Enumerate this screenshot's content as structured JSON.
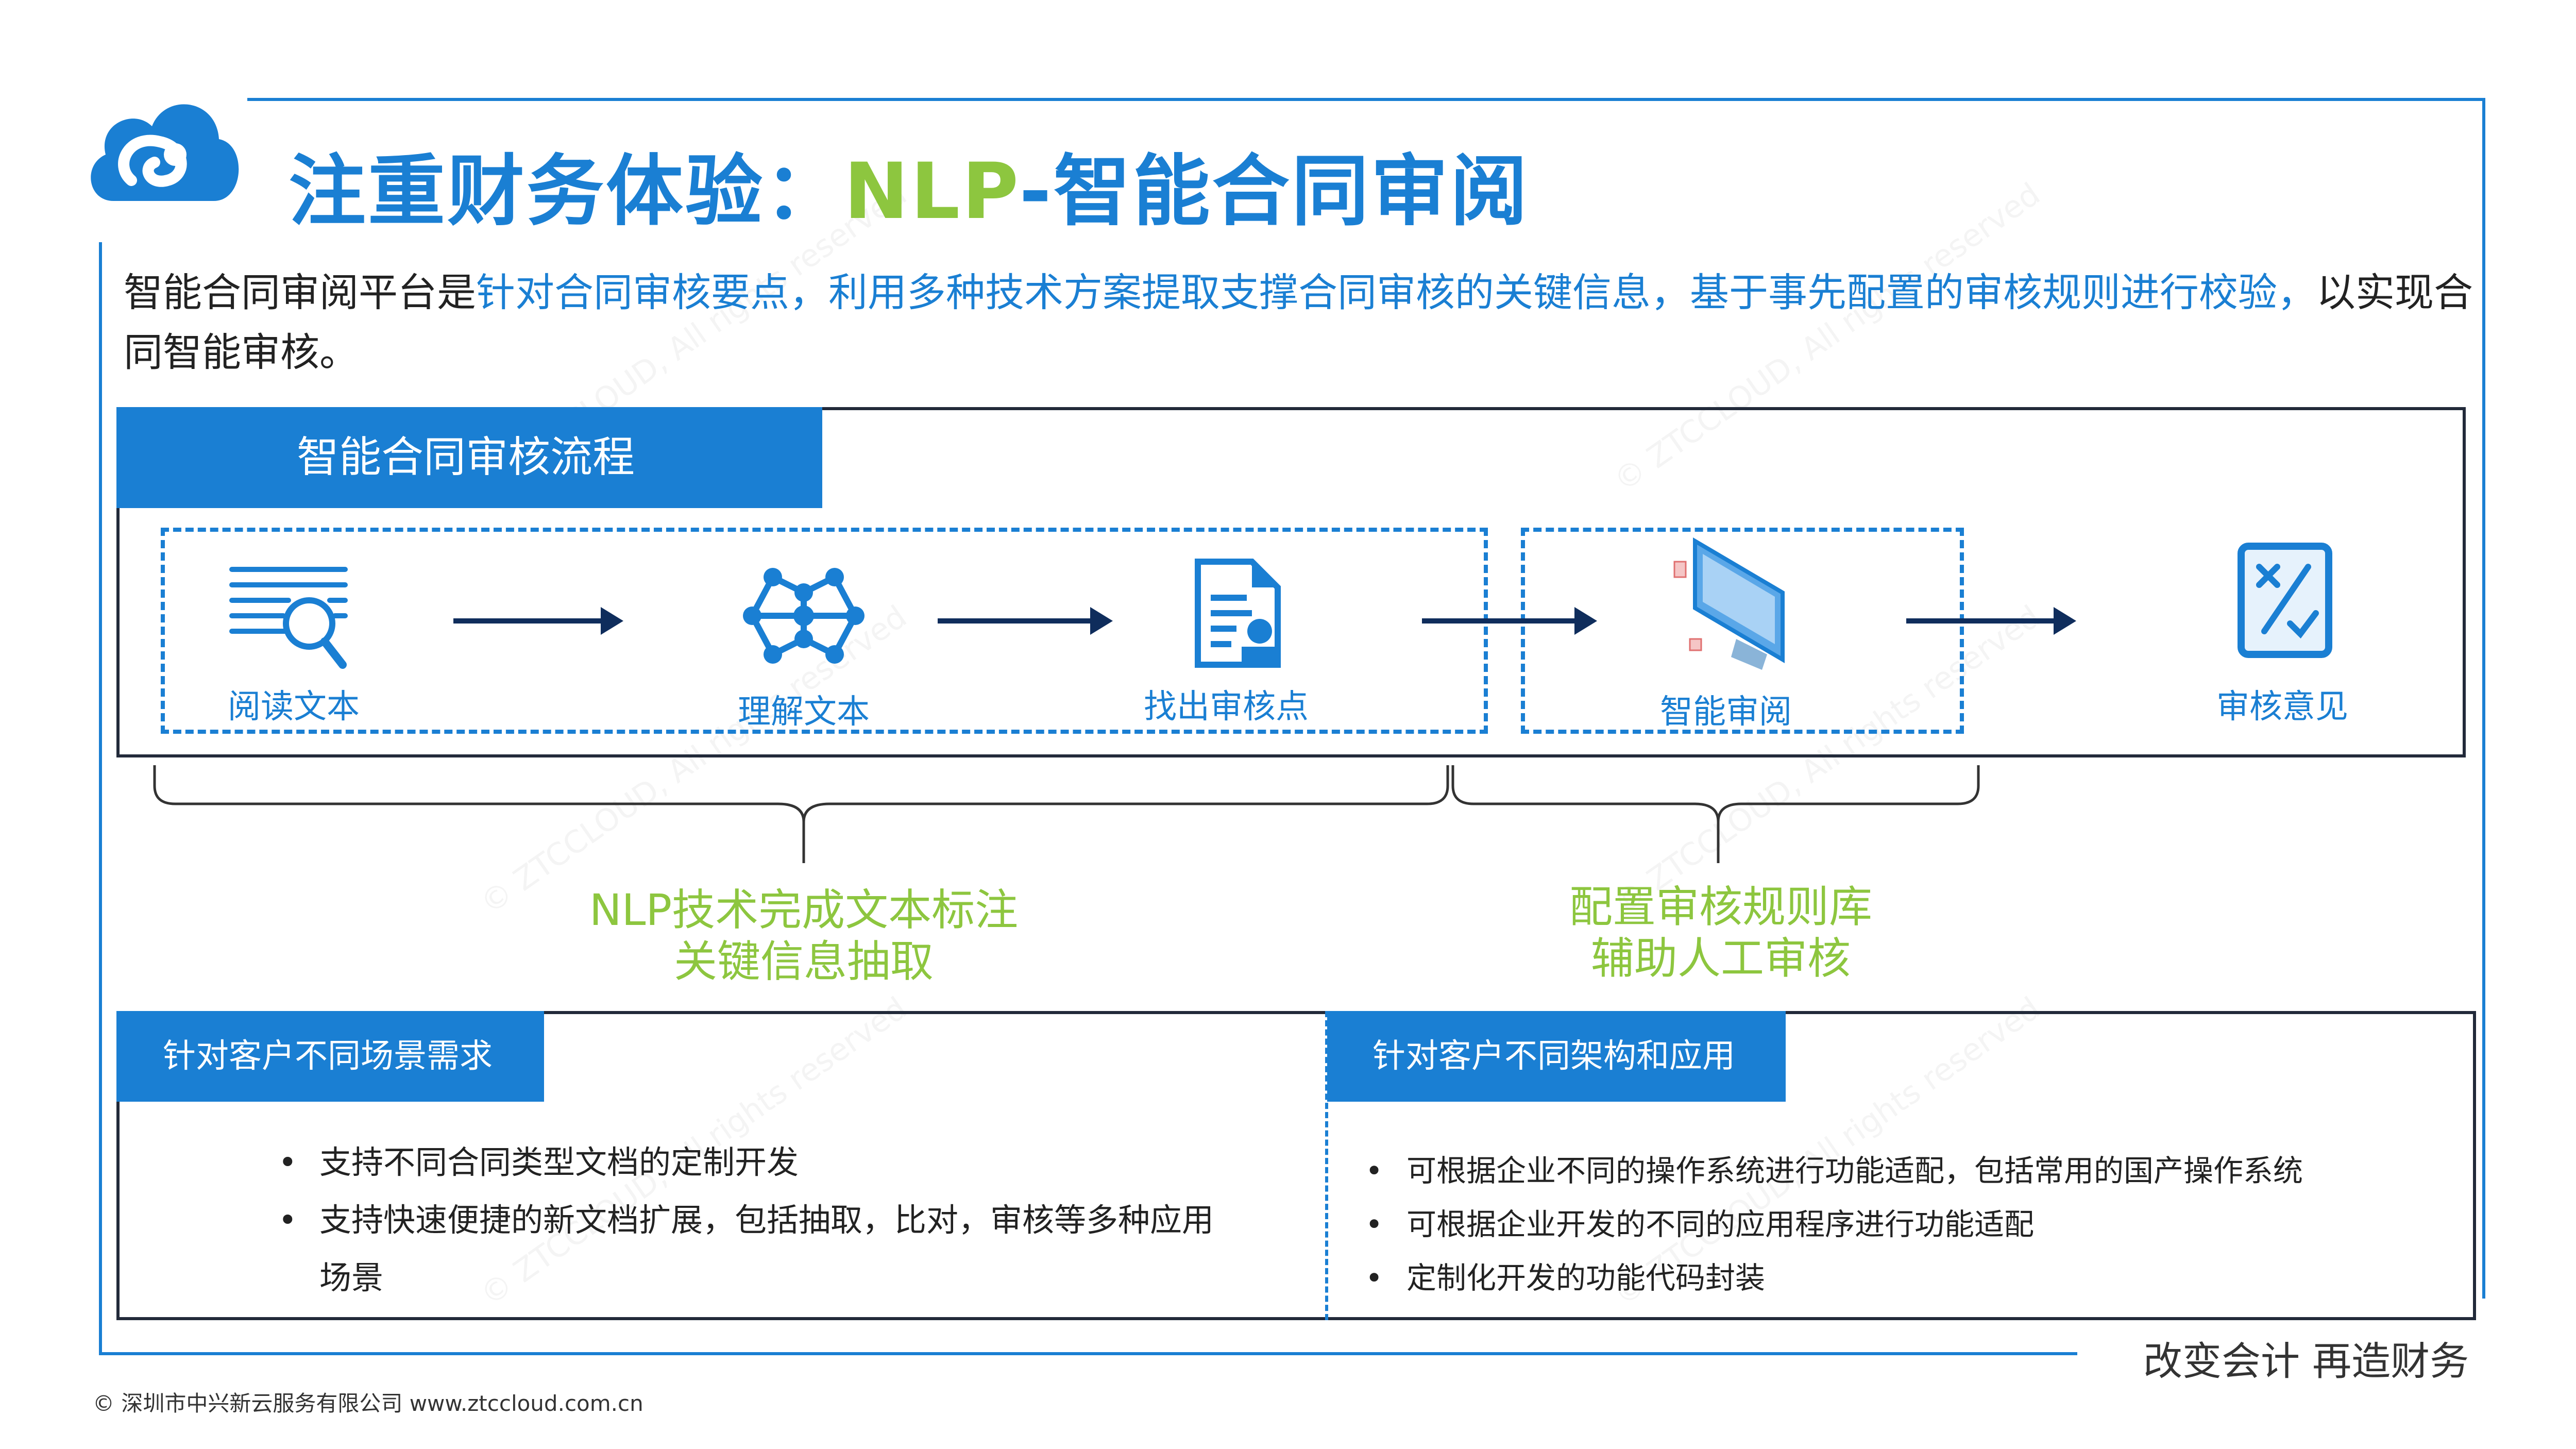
{
  "title": {
    "main": "注重财务体验：",
    "accent": "NLP",
    "rest": "-智能合同审阅"
  },
  "intro": {
    "plain1": "智能合同审阅平台是",
    "highlight": "针对合同审核要点，利用多种技术方案提取支撑合同审核的关键信息，基于事先配置的审核规则进行校验，",
    "plain2": "以实现合同智能审核。"
  },
  "flow": {
    "header": "智能合同审核流程",
    "steps": [
      {
        "label": "阅读文本",
        "icon": "document-search-icon"
      },
      {
        "label": "理解文本",
        "icon": "neural-network-icon"
      },
      {
        "label": "找出审核点",
        "icon": "document-review-icon"
      },
      {
        "label": "智能审阅",
        "icon": "monitor-icon"
      },
      {
        "label": "审核意见",
        "icon": "checklist-icon"
      }
    ],
    "group1": {
      "line1": "NLP技术完成文本标注",
      "line2": "关键信息抽取"
    },
    "group2": {
      "line1": "配置审核规则库",
      "line2": "辅助人工审核"
    }
  },
  "panel_left": {
    "header": "针对客户不同场景需求",
    "items": [
      "支持不同合同类型文档的定制开发",
      "支持快速便捷的新文档扩展，包括抽取，比对，审核等多种应用场景"
    ]
  },
  "panel_right": {
    "header": "针对客户不同架构和应用",
    "items": [
      "可根据企业不同的操作系统进行功能适配，包括常用的国产操作系统",
      "可根据企业开发的不同的应用程序进行功能适配",
      "定制化开发的功能代码封装"
    ]
  },
  "slogan": "改变会计  再造财务",
  "footer": "© 深圳市中兴新云服务有限公司   www.ztccloud.com.cn",
  "watermark": "© ZTCCLOUD, All rights reserved",
  "colors": {
    "primary": "#1a7fd3",
    "accent": "#8dc63f",
    "arrow": "#0f2d5c"
  }
}
